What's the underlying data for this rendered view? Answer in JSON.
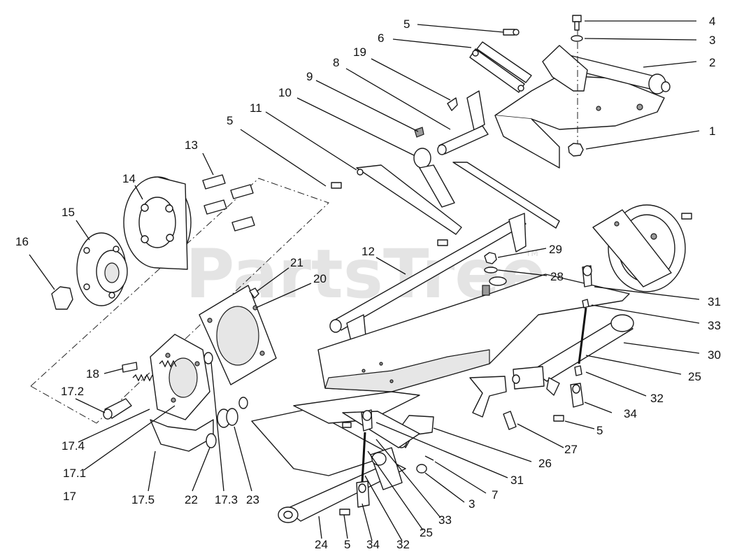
{
  "watermark": {
    "text": "PartsTree",
    "trademark": "TM"
  },
  "labels": [
    {
      "id": "l-4",
      "text": "4"
    },
    {
      "id": "l-3a",
      "text": "3"
    },
    {
      "id": "l-2",
      "text": "2"
    },
    {
      "id": "l-1",
      "text": "1"
    },
    {
      "id": "l-5a",
      "text": "5"
    },
    {
      "id": "l-6",
      "text": "6"
    },
    {
      "id": "l-19",
      "text": "19"
    },
    {
      "id": "l-8",
      "text": "8"
    },
    {
      "id": "l-9",
      "text": "9"
    },
    {
      "id": "l-10",
      "text": "10"
    },
    {
      "id": "l-11",
      "text": "11"
    },
    {
      "id": "l-5b",
      "text": "5"
    },
    {
      "id": "l-13",
      "text": "13"
    },
    {
      "id": "l-14",
      "text": "14"
    },
    {
      "id": "l-15",
      "text": "15"
    },
    {
      "id": "l-16",
      "text": "16"
    },
    {
      "id": "l-12",
      "text": "12"
    },
    {
      "id": "l-29",
      "text": "29"
    },
    {
      "id": "l-28",
      "text": "28"
    },
    {
      "id": "l-21",
      "text": "21"
    },
    {
      "id": "l-20",
      "text": "20"
    },
    {
      "id": "l-31a",
      "text": "31"
    },
    {
      "id": "l-33a",
      "text": "33"
    },
    {
      "id": "l-30",
      "text": "30"
    },
    {
      "id": "l-25a",
      "text": "25"
    },
    {
      "id": "l-32a",
      "text": "32"
    },
    {
      "id": "l-34a",
      "text": "34"
    },
    {
      "id": "l-5c",
      "text": "5"
    },
    {
      "id": "l-27",
      "text": "27"
    },
    {
      "id": "l-26",
      "text": "26"
    },
    {
      "id": "l-31b",
      "text": "31"
    },
    {
      "id": "l-7",
      "text": "7"
    },
    {
      "id": "l-3b",
      "text": "3"
    },
    {
      "id": "l-33b",
      "text": "33"
    },
    {
      "id": "l-25b",
      "text": "25"
    },
    {
      "id": "l-32b",
      "text": "32"
    },
    {
      "id": "l-34b",
      "text": "34"
    },
    {
      "id": "l-5d",
      "text": "5"
    },
    {
      "id": "l-24",
      "text": "24"
    },
    {
      "id": "l-18",
      "text": "18"
    },
    {
      "id": "l-17-2",
      "text": "17.2"
    },
    {
      "id": "l-17-4",
      "text": "17.4"
    },
    {
      "id": "l-17-1",
      "text": "17.1"
    },
    {
      "id": "l-17",
      "text": "17"
    },
    {
      "id": "l-17-5",
      "text": "17.5"
    },
    {
      "id": "l-22",
      "text": "22"
    },
    {
      "id": "l-17-3",
      "text": "17.3"
    },
    {
      "id": "l-23",
      "text": "23"
    }
  ]
}
